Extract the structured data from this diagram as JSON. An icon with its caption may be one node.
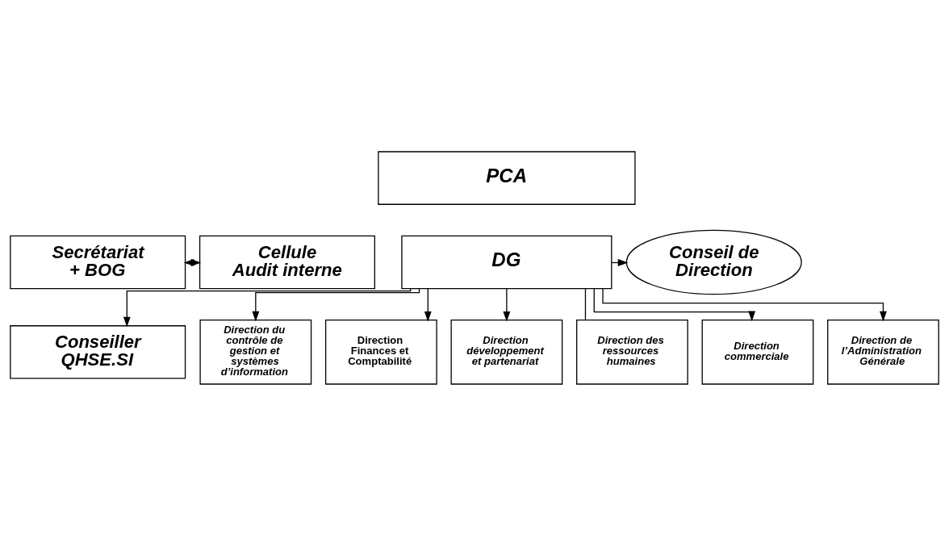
{
  "diagram": {
    "nodes": [
      {
        "text": [
          "PCA"
        ]
      },
      {
        "text": [
          "DG"
        ]
      },
      {
        "text": [
          "Conseil de Direction"
        ]
      },
      {
        "text": [
          "Secrétariat + BOG"
        ]
      },
      {
        "text": [
          "Cellule Audit interne"
        ]
      },
      {
        "text": [
          "Conseiller QHSE.SI"
        ]
      },
      {
        "text": [
          "Direction du contrôle de gestion et systèmes d’information"
        ]
      },
      {
        "text": [
          "Direction Finances et Comptabilité"
        ]
      },
      {
        "text": [
          "Direction développement et partenariat"
        ]
      },
      {
        "text": [
          "Direction des ressources humaines"
        ]
      },
      {
        "text": [
          "Direction commerciale"
        ]
      },
      {
        "text": [
          "Direction de l’Administration Générale"
        ]
      }
    ],
    "edges": [
      {
        "from": 1,
        "to": 2,
        "arrow": "to"
      },
      {
        "from": 3,
        "to": 4,
        "arrow": "both"
      },
      {
        "from": 1,
        "to": 5,
        "arrow": "to"
      },
      {
        "from": 1,
        "to": 6,
        "arrow": "to"
      },
      {
        "from": 1,
        "to": 7,
        "arrow": "to"
      },
      {
        "from": 1,
        "to": 8,
        "arrow": "to"
      },
      {
        "from": 1,
        "to": 9,
        "arrow": "none"
      },
      {
        "from": 1,
        "to": 10,
        "arrow": "to"
      },
      {
        "from": 1,
        "to": 11,
        "arrow": "to"
      }
    ]
  }
}
